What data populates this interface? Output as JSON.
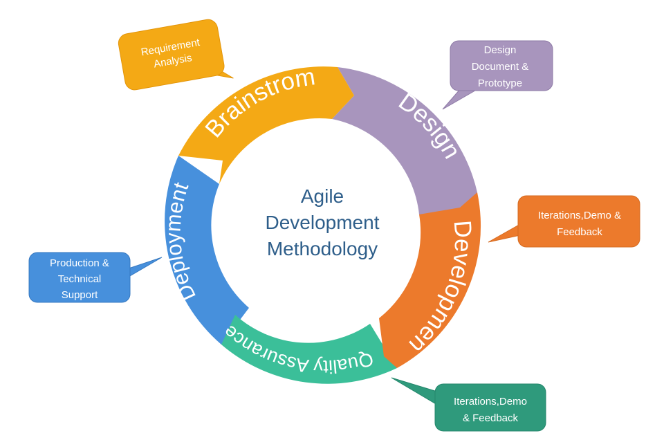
{
  "center": {
    "line1": "Agile",
    "line2": "Development",
    "line3": "Methodology"
  },
  "segments": [
    {
      "label": "Brainstrom",
      "color": "#f4a915"
    },
    {
      "label": "Design",
      "color": "#a895bd"
    },
    {
      "label": "Development",
      "color": "#ec7a2c"
    },
    {
      "label": "Quality Assurance",
      "color": "#3bbf99"
    },
    {
      "label": "Deployment",
      "color": "#4790dc"
    }
  ],
  "callouts": [
    {
      "lines": [
        "Requirement",
        "Analysis"
      ],
      "color": "#f4a915"
    },
    {
      "lines": [
        "Design",
        "Document &",
        "Prototype"
      ],
      "color": "#a895bd"
    },
    {
      "lines": [
        "Iterations,Demo &",
        "Feedback"
      ],
      "color": "#ec7a2c"
    },
    {
      "lines": [
        "Iterations,Demo",
        "& Feedback"
      ],
      "color": "#2f9a7c"
    },
    {
      "lines": [
        "Production &",
        "Technical",
        "Support"
      ],
      "color": "#4790dc"
    }
  ]
}
